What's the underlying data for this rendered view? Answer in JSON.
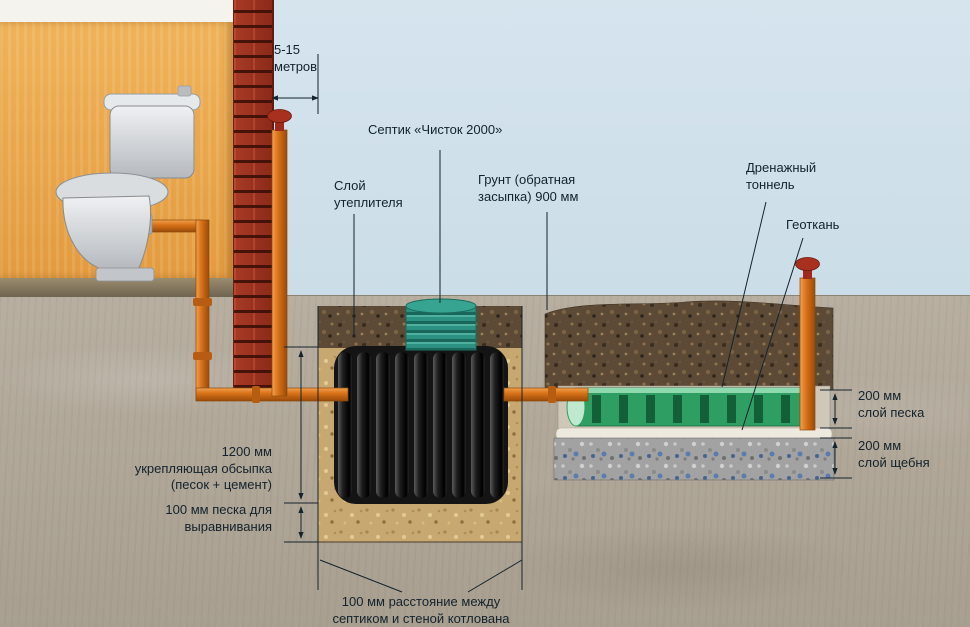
{
  "labels": {
    "distance": "5-15\nметров",
    "septic": "Септик «Чисток 2000»",
    "insulation": "Слой\nутеплителя",
    "backfill": "Грунт (обратная\nзасыпка) 900 мм",
    "drainage_tunnel": "Дренажный\nтоннель",
    "geotextile": "Геоткань",
    "sand_layer": "200 мм\nслой песка",
    "gravel_layer": "200 мм\nслой щебня",
    "reinforcing": "1200 мм\nукрепляющая обсыпка\n(песок + цемент)",
    "leveling": "100 мм песка для\nвыравнивания",
    "pit_gap": "100 мм расстояние между\nсептиком и стеной котлована"
  },
  "colors": {
    "sky": "#cddee9",
    "ground": "#b2a99b",
    "house_wall": "#e9a64b",
    "brick": "#96301f",
    "pipe_orange": "#d9731a",
    "vent_cap_red": "#a8301f",
    "tank_black": "#141414",
    "lid_teal": "#2c9180",
    "tunnel_green": "#2f9e63",
    "soil_dark": "#5c4a36",
    "sand": "#c8a871",
    "gravel": "#a2a2a2",
    "text": "#13222c"
  }
}
